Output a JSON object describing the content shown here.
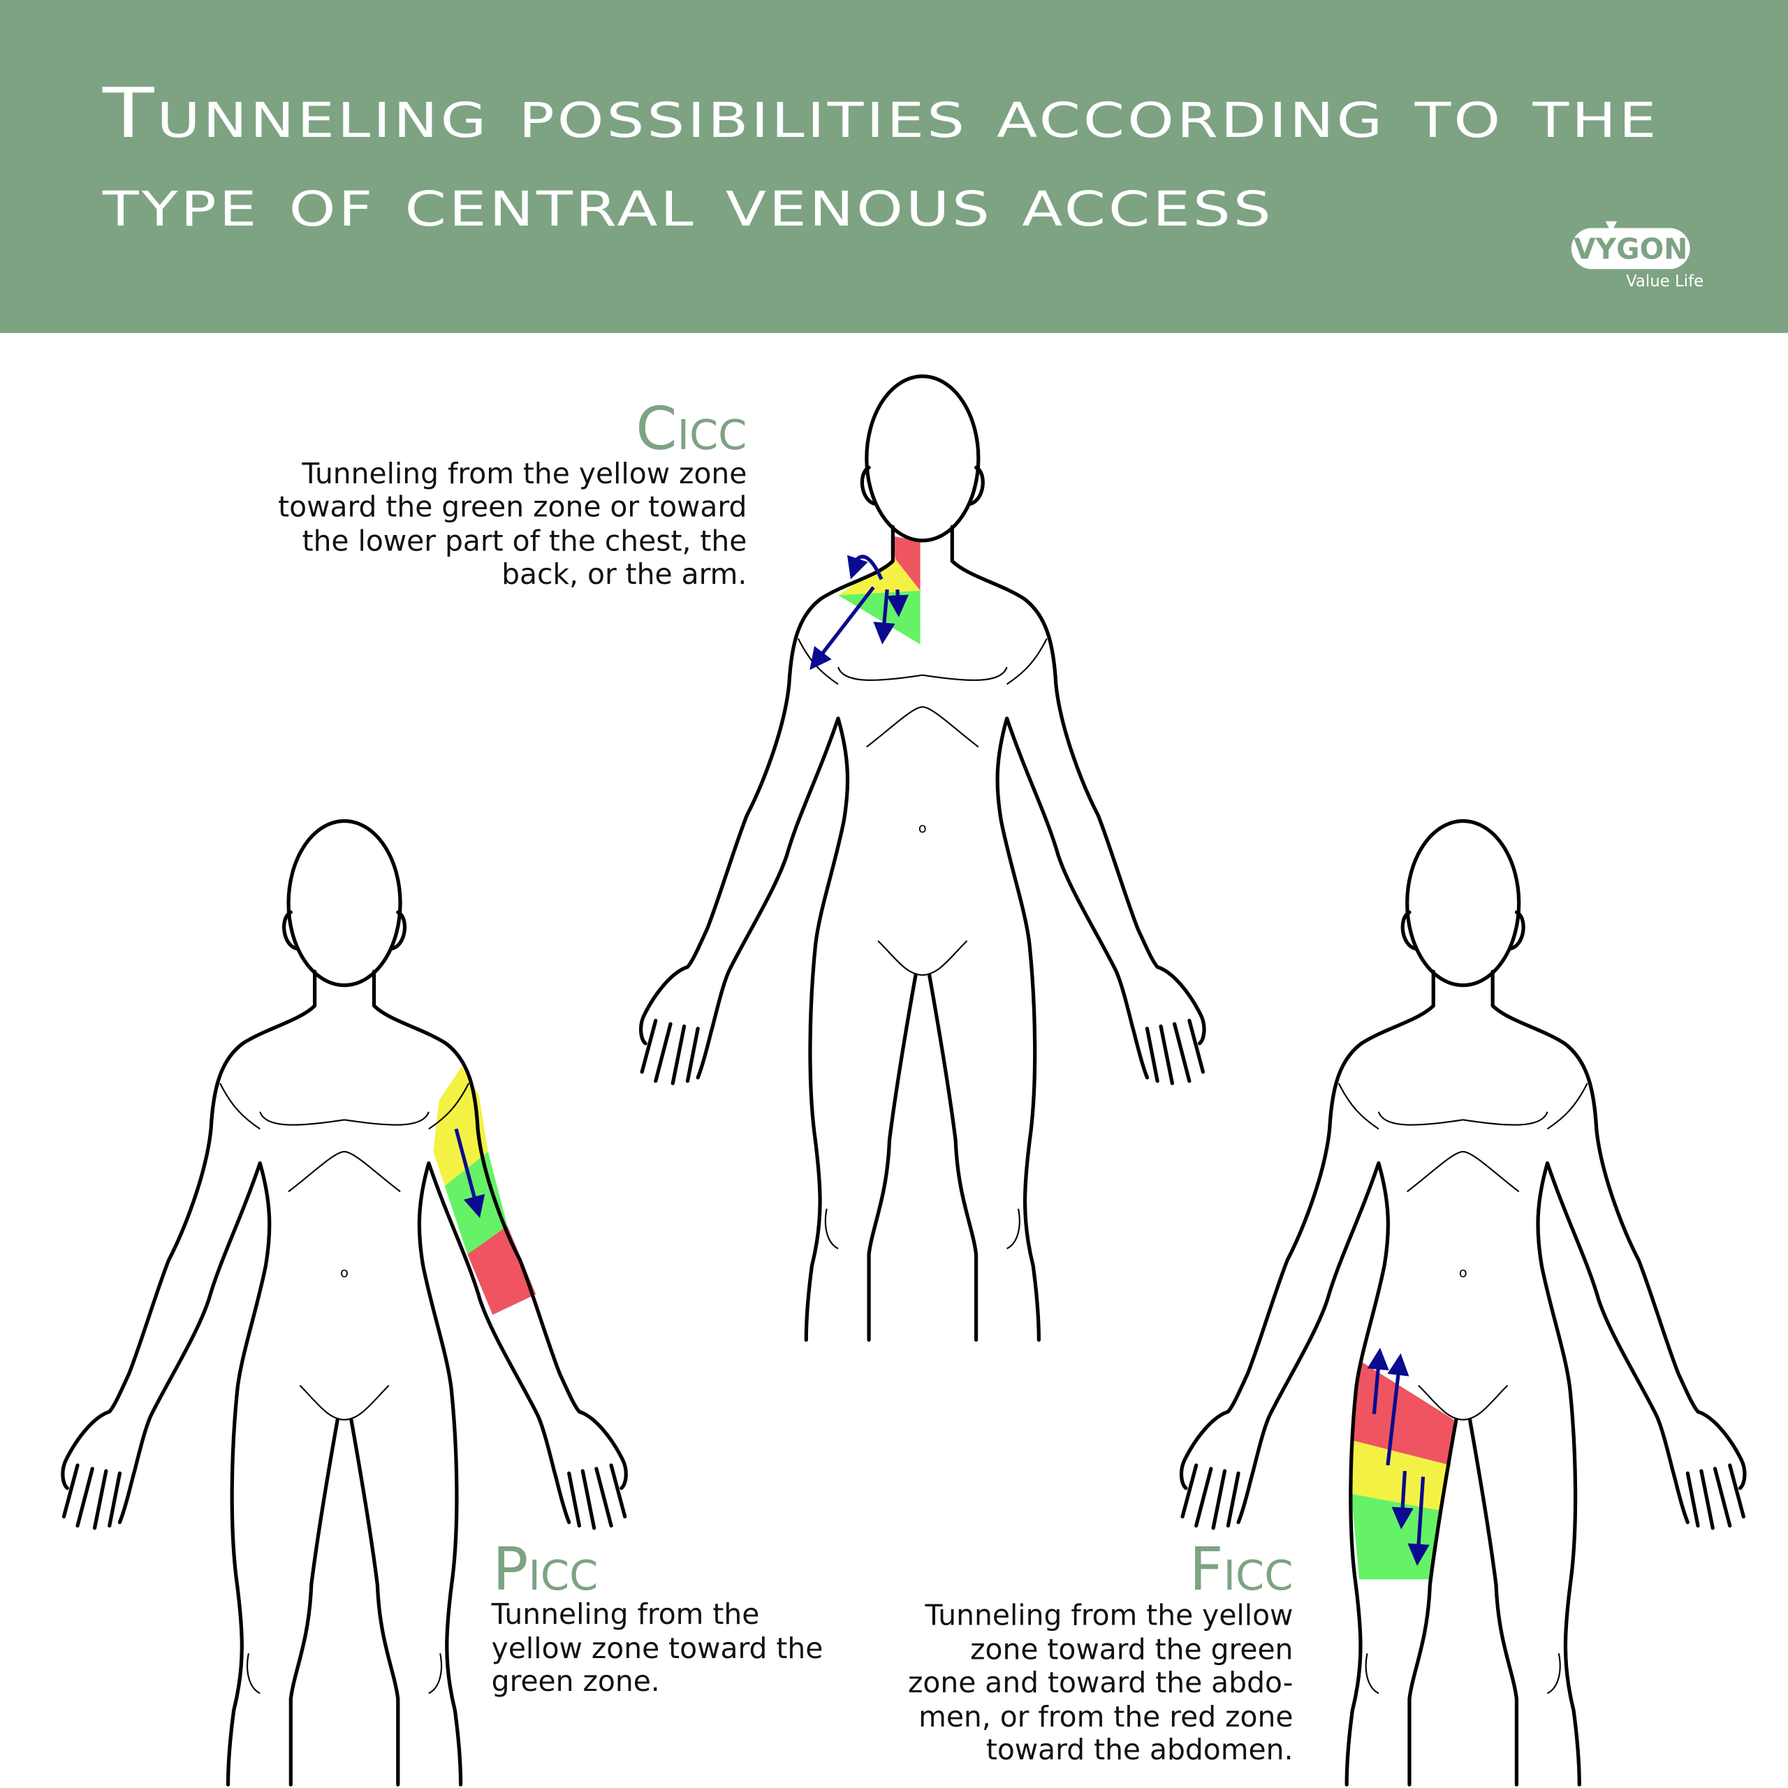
{
  "header": {
    "title_line1": "Tunneling possibilities according to the",
    "title_line2": "type of central venous access",
    "background": "#7da383",
    "logo": {
      "brand": "VYGON",
      "tagline": "Value Life"
    }
  },
  "colors": {
    "red_zone": "#ee5560",
    "yellow_zone": "#f3f244",
    "green_zone": "#66f266",
    "arrow": "#0b0b8f",
    "accent": "#7da383"
  },
  "sections": {
    "cicc": {
      "title": "Cicc",
      "lines": [
        "Tunneling from the yellow zone",
        "toward the green zone or toward",
        "the lower part of the chest, the",
        "back, or the arm."
      ]
    },
    "picc": {
      "title": "Picc",
      "lines": [
        "Tunneling from the",
        "yellow zone toward the",
        "green zone."
      ]
    },
    "ficc": {
      "title": "Ficc",
      "lines": [
        "Tunneling from the yellow",
        "zone toward the green",
        "zone and toward the abdo-",
        "men, or from the red zone",
        "toward the abdomen."
      ]
    }
  },
  "navel_mark": "o"
}
